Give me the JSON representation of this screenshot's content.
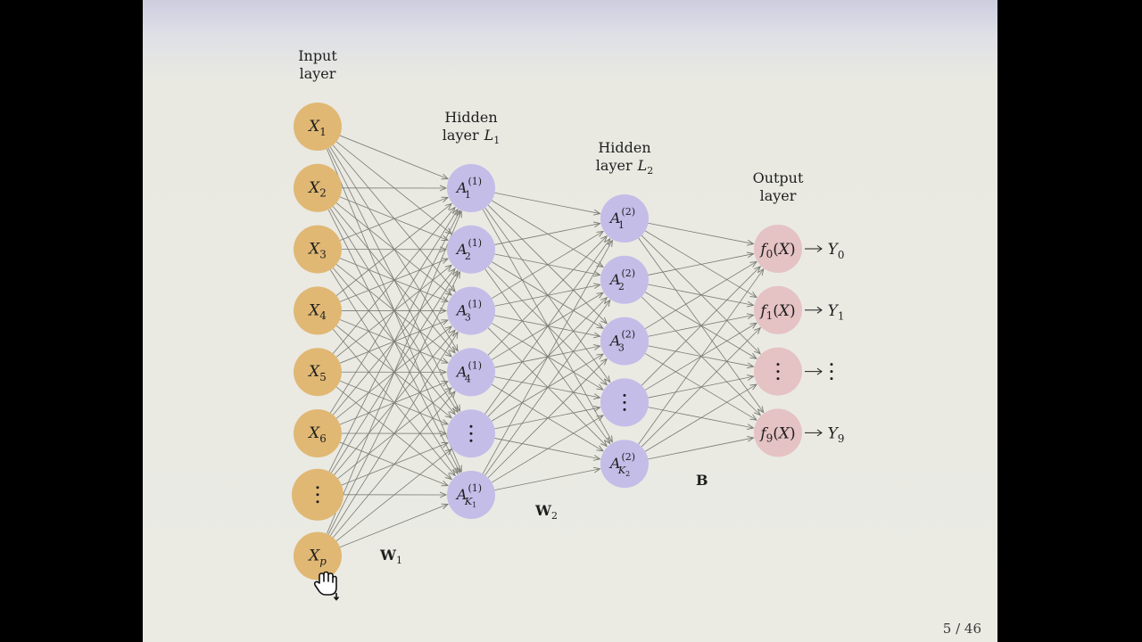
{
  "slide": {
    "page_indicator": "5 / 46"
  },
  "layers": {
    "input": {
      "title": [
        "Input",
        "layer"
      ],
      "color": "#e0b874",
      "nodes": [
        {
          "sym": "X",
          "sub": "1"
        },
        {
          "sym": "X",
          "sub": "2"
        },
        {
          "sym": "X",
          "sub": "3"
        },
        {
          "sym": "X",
          "sub": "4"
        },
        {
          "sym": "X",
          "sub": "5"
        },
        {
          "sym": "X",
          "sub": "6"
        },
        {
          "dots": true
        },
        {
          "sym": "X",
          "sub": "p"
        }
      ]
    },
    "hidden1": {
      "title": [
        "Hidden",
        "layer"
      ],
      "title_sym": {
        "sym": "L",
        "sub": "1"
      },
      "color": "#c4bde8",
      "nodes": [
        {
          "sym": "A",
          "sub": "1",
          "sup": "(1)"
        },
        {
          "sym": "A",
          "sub": "2",
          "sup": "(1)"
        },
        {
          "sym": "A",
          "sub": "3",
          "sup": "(1)"
        },
        {
          "sym": "A",
          "sub": "4",
          "sup": "(1)"
        },
        {
          "dots": true
        },
        {
          "sym": "A",
          "sub": "K",
          "subsub": "1",
          "sup": "(1)"
        }
      ]
    },
    "hidden2": {
      "title": [
        "Hidden",
        "layer"
      ],
      "title_sym": {
        "sym": "L",
        "sub": "2"
      },
      "color": "#c4bde8",
      "nodes": [
        {
          "sym": "A",
          "sub": "1",
          "sup": "(2)"
        },
        {
          "sym": "A",
          "sub": "2",
          "sup": "(2)"
        },
        {
          "sym": "A",
          "sub": "3",
          "sup": "(2)"
        },
        {
          "dots": true
        },
        {
          "sym": "A",
          "sub": "K",
          "subsub": "2",
          "sup": "(2)"
        }
      ]
    },
    "output": {
      "title": [
        "Output",
        "layer"
      ],
      "color": "#e5c2c4",
      "nodes": [
        {
          "fn": "f",
          "sub": "0",
          "arg": "(X)",
          "target": "Y",
          "target_sub": "0"
        },
        {
          "fn": "f",
          "sub": "1",
          "arg": "(X)",
          "target": "Y",
          "target_sub": "1"
        },
        {
          "dots": true,
          "target_dots": true
        },
        {
          "fn": "f",
          "sub": "9",
          "arg": "(X)",
          "target": "Y",
          "target_sub": "9"
        }
      ]
    }
  },
  "weights": {
    "w1": {
      "sym": "W",
      "sub": "1"
    },
    "w2": {
      "sym": "W",
      "sub": "2"
    },
    "b": {
      "sym": "B"
    }
  },
  "colors": {
    "edge": "#7a7a74",
    "text": "#1e1e1e"
  },
  "icons": {
    "cursor": "hand-cursor-icon"
  }
}
